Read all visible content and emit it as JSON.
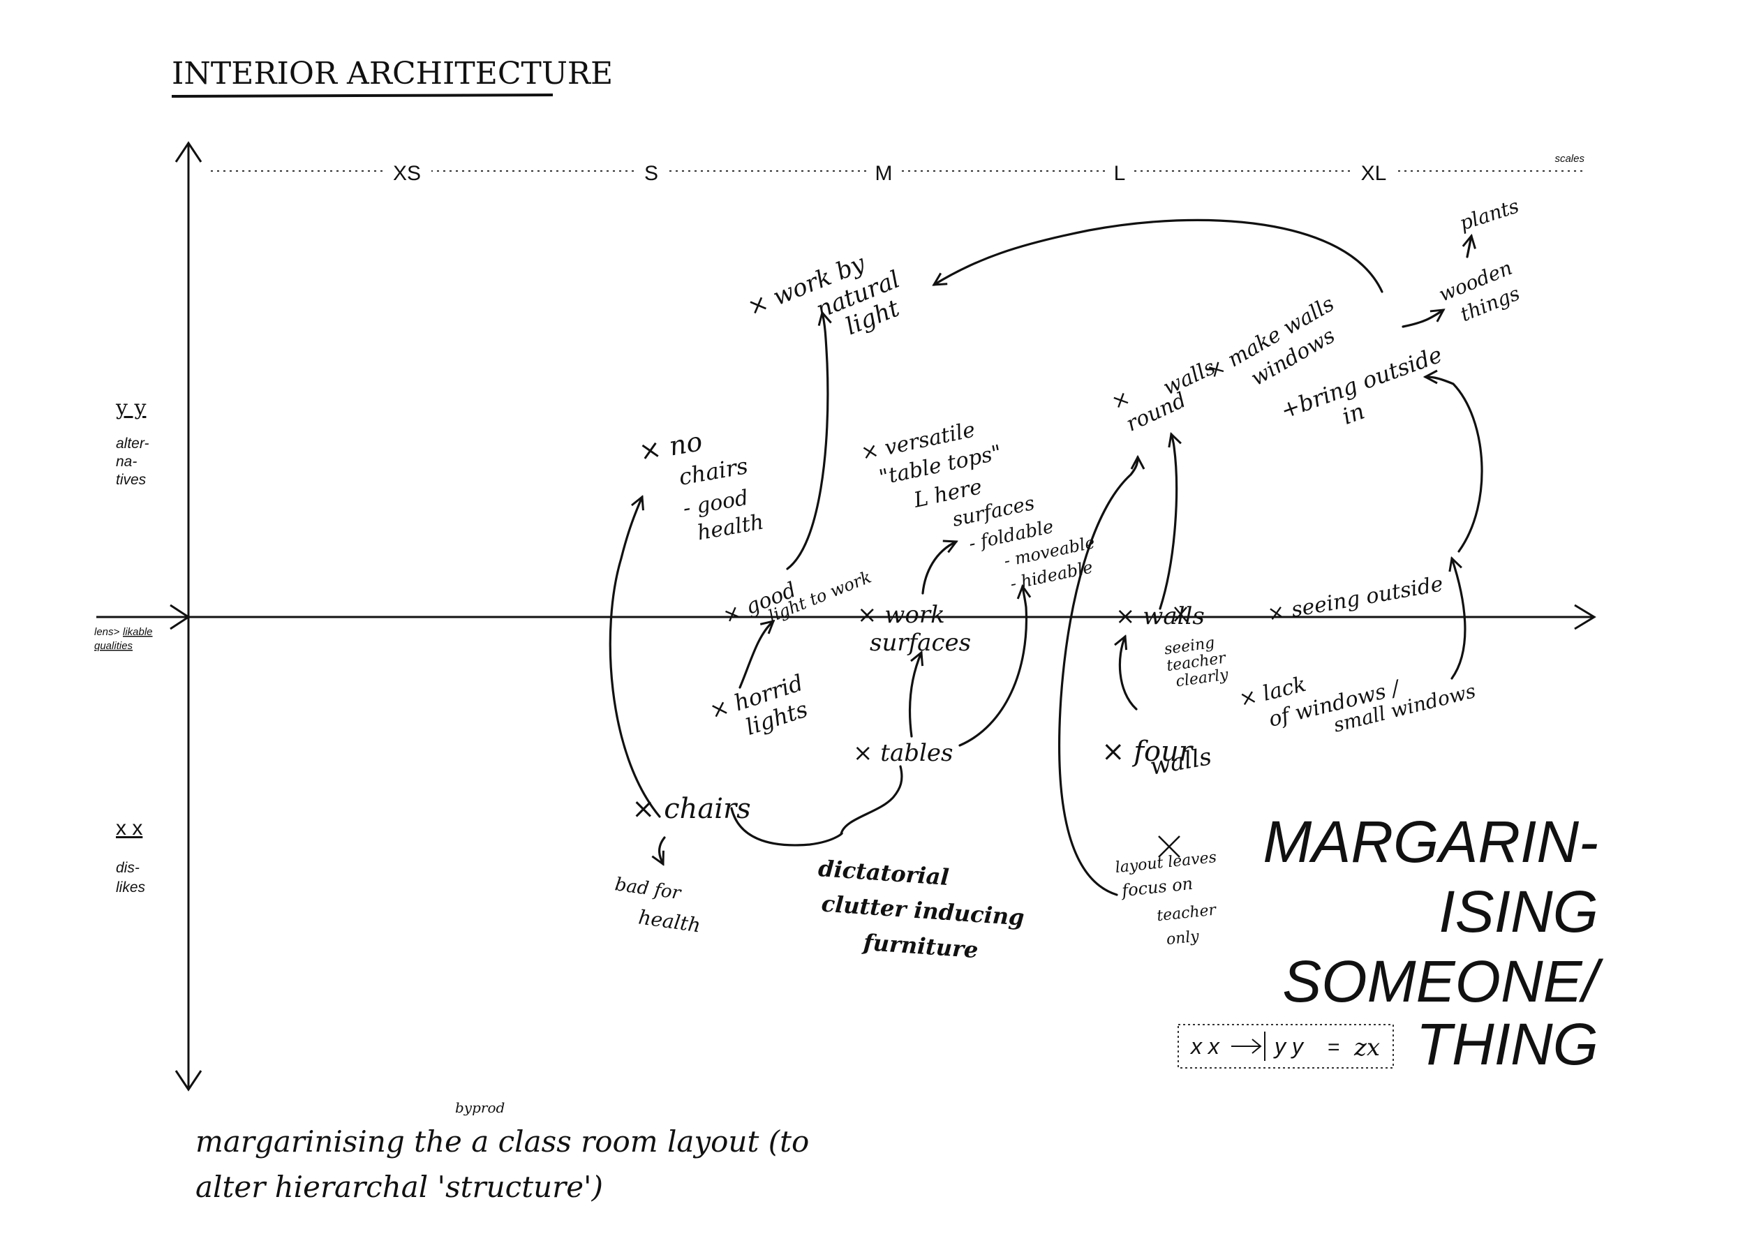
{
  "title": "INTERIOR ARCHITECTURE",
  "scale_axis": {
    "labels": [
      "XS",
      "S",
      "M",
      "L",
      "XL"
    ],
    "end_label": "scales"
  },
  "y_axis": {
    "top_key": "y y",
    "top_desc": [
      "alter-",
      "na-",
      "tives"
    ],
    "bottom_key": "x x",
    "bottom_desc": [
      "dis-",
      "likes"
    ]
  },
  "x_axis_label": [
    "lens>",
    "likable",
    "qualities"
  ],
  "notes": {
    "work_by_natural_light": [
      "× work by",
      "natural",
      "light"
    ],
    "plants": "plants",
    "wooden_things": [
      "wooden",
      "things"
    ],
    "make_walls_windows": [
      "× make walls",
      "windows"
    ],
    "round_walls": [
      "×",
      "round",
      "walls"
    ],
    "bring_outside_in": [
      "+bring outside",
      "in"
    ],
    "no_chairs": [
      "× no",
      "chairs",
      "- good",
      "health"
    ],
    "versatile_table_tops": [
      "× versatile",
      "\"table tops\"",
      "L here",
      "surfaces",
      "- foldable",
      "- moveable",
      "- hideable"
    ],
    "good_light_to_work": [
      "× good",
      "light to work"
    ],
    "work_surfaces": [
      "× work",
      "surfaces"
    ],
    "walls": "× walls",
    "seeing_outside": "× seeing outside",
    "seeing_teacher_clearly": [
      "seeing",
      "teacher",
      "clearly"
    ],
    "horrid_lights": [
      "× horrid",
      "lights"
    ],
    "tables": "× tables",
    "four_walls": [
      "× four",
      "walls"
    ],
    "lack_of_windows": [
      "× lack",
      "of windows /",
      "small windows"
    ],
    "chairs": "× chairs",
    "bad_for_health": [
      "bad for",
      "health"
    ],
    "dictatorial_clutter": [
      "dictatorial",
      "clutter inducing",
      "furniture"
    ],
    "layout_focus": [
      "layout leaves",
      "focus on",
      "teacher",
      "only"
    ],
    "bottom_note": [
      "margarinising the a class room layout (to",
      "alter hierarchal 'structure')"
    ],
    "bottom_note_insert": "byprod"
  },
  "headline": [
    "MARGARIN-",
    "ISING",
    "SOMEONE/",
    "THING"
  ],
  "formula": [
    "x x",
    "y y",
    "=",
    "zx"
  ]
}
